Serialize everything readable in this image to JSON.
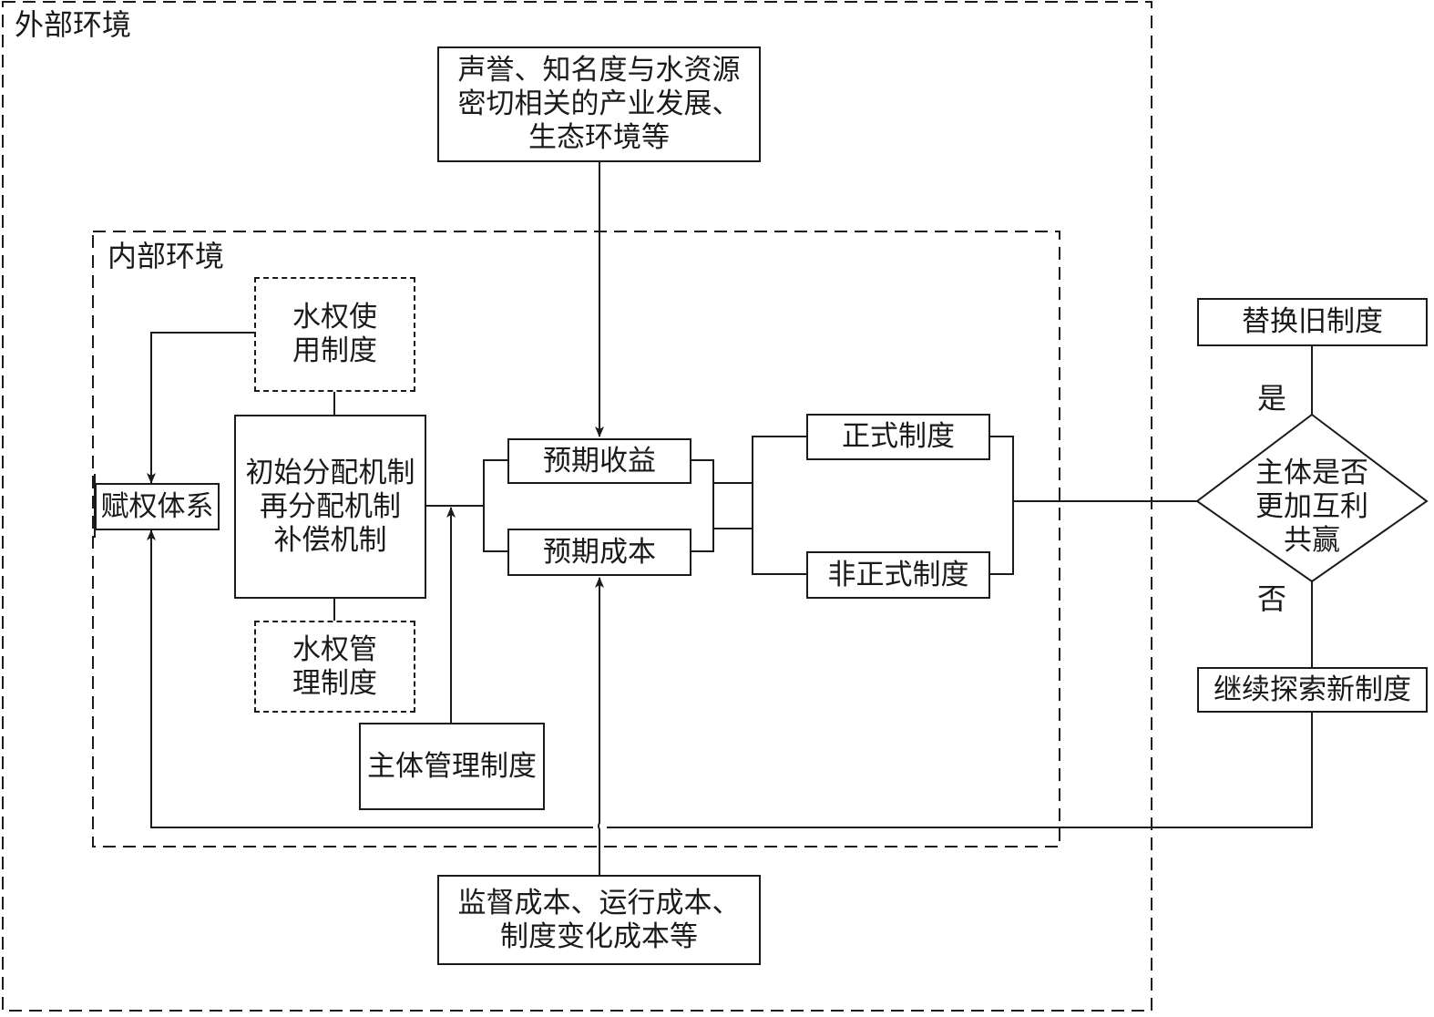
{
  "outer_env": {
    "label": "外部环境"
  },
  "inner_env": {
    "label": "内部环境"
  },
  "nodes": {
    "external_factors": "声誉、知名度与水资源\n密切相关的产业发展、\n生态环境等",
    "water_use_system": "水权使\n用制度",
    "empowerment_system": "赋权体系",
    "allocation_mechanisms": "初始分配机制\n再分配机制\n补偿机制",
    "water_mgmt_system": "水权管\n理制度",
    "subject_mgmt_system": "主体管理制度",
    "expected_revenue": "预期收益",
    "expected_cost": "预期成本",
    "formal_system": "正式制度",
    "informal_system": "非正式制度",
    "decision": "主体是否\n更加互利\n共赢",
    "replace_old": "替换旧制度",
    "explore_new": "继续探索新制度",
    "cost_factors": "监督成本、运行成本、\n制度变化成本等"
  },
  "edge_labels": {
    "yes": "是",
    "no": "否"
  },
  "colors": {
    "line": "#1a1a1a",
    "background": "#ffffff"
  }
}
